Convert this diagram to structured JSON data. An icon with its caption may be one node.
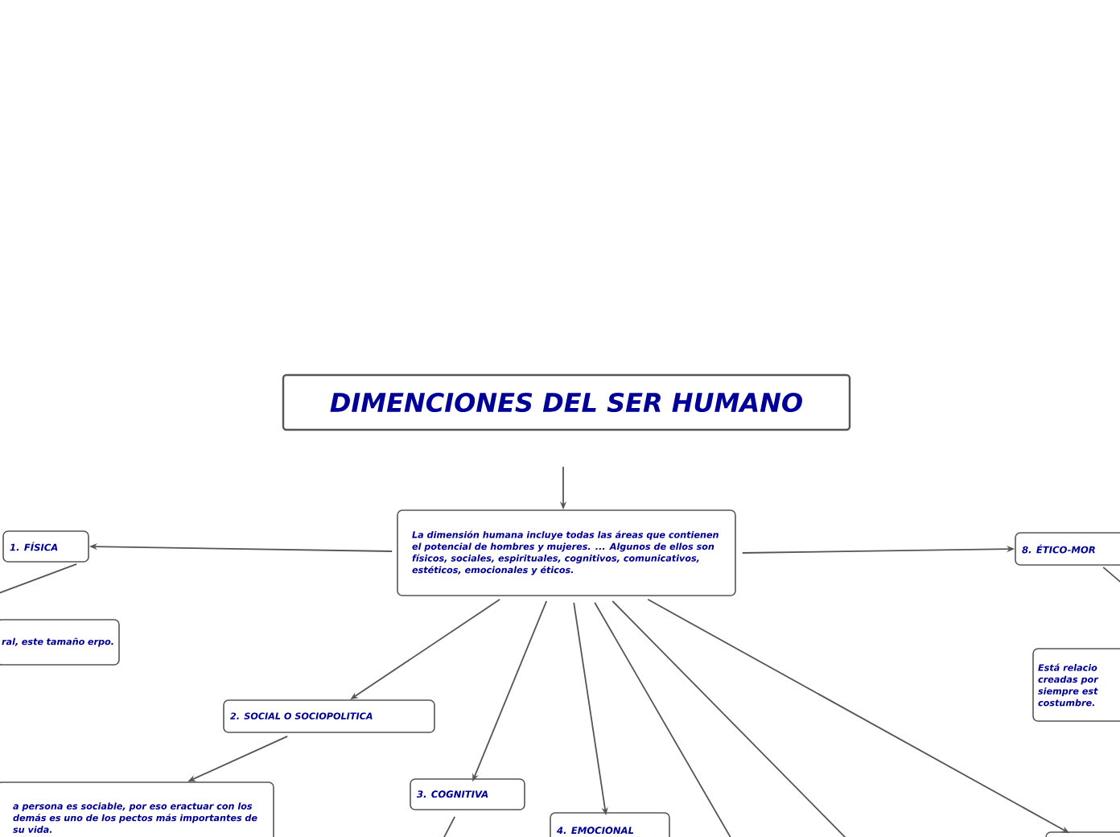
{
  "diagram": {
    "title": "DIMENCIONES DEL SER HUMANO",
    "nodes": [
      {
        "text": [
          "La dimensión humana incluye todas las áreas que contienen el potencial de hombres y mujeres. ... Algunos de ellos son físicos, sociales, espirituales, cognitivos, comunicativos, estéticos, emocionales y éticos."
        ]
      },
      {
        "text": [
          "1. FÍSICA"
        ]
      },
      {
        "text": [
          "ral, este tamaño erpo."
        ]
      },
      {
        "text": [
          "2. SOCIAL O SOCIOPOLITICA"
        ]
      },
      {
        "text": [
          "a persona es sociable, por eso eractuar con los demás es uno de los pectos más importantes de su vida."
        ]
      },
      {
        "text": [
          "3. COGNITIVA"
        ]
      },
      {
        "text": [
          "4. EMOCIONAL"
        ]
      },
      {
        "text": [
          "8. ÉTICO-MOR"
        ]
      },
      {
        "text": [
          "Está relacio creadas por siempre est costumbre."
        ]
      },
      {
        "text": [],
        "shape": "box"
      }
    ],
    "edges": [
      {
        "from": null,
        "to": 0,
        "arrow": "to"
      },
      {
        "from": 0,
        "to": 1,
        "arrow": "to"
      },
      {
        "from": 0,
        "to": 3,
        "arrow": "to"
      },
      {
        "from": 0,
        "to": 5,
        "arrow": "to"
      },
      {
        "from": 0,
        "to": 6,
        "arrow": "to"
      },
      {
        "from": 0,
        "to": null,
        "arrow": "none"
      },
      {
        "from": 0,
        "to": null,
        "arrow": "none"
      },
      {
        "from": 0,
        "to": 9,
        "arrow": "to"
      },
      {
        "from": 0,
        "to": 7,
        "arrow": "to"
      },
      {
        "from": 1,
        "to": null,
        "arrow": "none"
      },
      {
        "from": 3,
        "to": 4,
        "arrow": "to"
      },
      {
        "from": 5,
        "to": null,
        "arrow": "none"
      },
      {
        "from": 7,
        "to": null,
        "arrow": "none"
      }
    ]
  }
}
